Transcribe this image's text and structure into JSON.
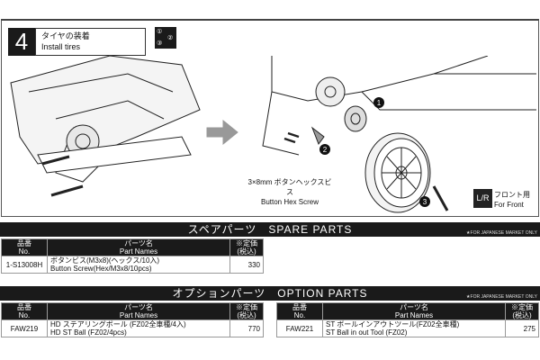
{
  "step": {
    "number": "4",
    "title_ja": "タイヤの装着",
    "title_en": "Install tires",
    "order_marks": [
      "①",
      "②",
      "③"
    ]
  },
  "illustration": {
    "markers": [
      "1",
      "2",
      "3"
    ],
    "screw_label_ja": "3×8mm ボタンヘックスビス",
    "screw_label_en": "Button Hex Screw",
    "lr_mark": "L/R",
    "side_ja": "フロント用",
    "side_en": "For Front"
  },
  "spare_parts": {
    "title": "スペアパーツ　SPARE PARTS",
    "note": "★FOR JAPANESE MARKET ONLY",
    "headers": {
      "no_ja": "品番",
      "no_en": "No.",
      "name_ja": "パーツ名",
      "name_en": "Part Names",
      "price_ja": "※定価",
      "price_tax": "(税込)"
    },
    "rows": [
      {
        "no": "1-S13008H",
        "name_ja": "ボタンビス(M3x8)(ヘックス/10入)",
        "name_en": "Button Screw(Hex/M3x8/10pcs)",
        "price": "330"
      }
    ]
  },
  "option_parts": {
    "title": "オプションパーツ　OPTION PARTS",
    "note": "★FOR JAPANESE MARKET ONLY",
    "rows": [
      {
        "no": "FAW219",
        "name_ja": "HD ステアリングボール (FZ02全車種/4入)",
        "name_en": "HD ST Ball (FZ02/4pcs)",
        "price": "770"
      },
      {
        "no": "FAW221",
        "name_ja": "ST ボールインアウトツール(FZ02全車種)",
        "name_en": "ST Ball in out Tool (FZ02)",
        "price": "275"
      }
    ]
  }
}
